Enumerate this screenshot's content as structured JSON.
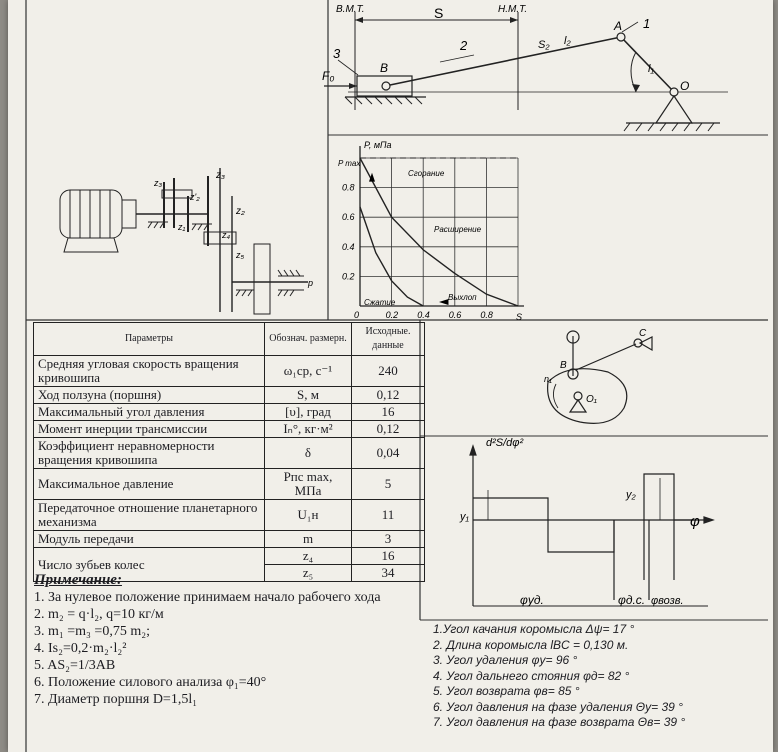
{
  "mechanism": {
    "label_tdc": "В.М.Т.",
    "label_bdc": "Н.М.Т.",
    "label_stroke": "S",
    "label_link3": "3",
    "label_link2": "2",
    "label_link1": "1",
    "label_force": "F₀",
    "label_b": "B",
    "label_a": "A",
    "label_o": "O",
    "label_s2": "S₂",
    "label_l2": "l₂",
    "label_l1": "l₁"
  },
  "gear_train": {
    "label_z1": "z₁",
    "label_z2": "z₂",
    "label_z2p": "z'₂",
    "label_z3": "z₃",
    "label_z3b": "z₃",
    "label_z4": "z₄",
    "label_z5": "z₅",
    "label_p": "p"
  },
  "chart_data": {
    "type": "line",
    "ylabel": "P, мПа",
    "ymax_label": "P max",
    "xlabel": "S",
    "x_ticks": [
      "0",
      "0.2",
      "0.4",
      "0.6",
      "0.8"
    ],
    "y_ticks": [
      "0.2",
      "0.4",
      "0.6",
      "0.8"
    ],
    "xlim": [
      0,
      1
    ],
    "ylim": [
      0,
      1
    ],
    "grid": true,
    "annotations": {
      "combustion": "Сгорание",
      "expansion": "Расширение",
      "compression": "Сжатие",
      "exhaust": "Выхлоп"
    },
    "series": [
      {
        "x": [
          0,
          0.2,
          0.4,
          0.6,
          0.8,
          1.0
        ],
        "y": [
          1.0,
          0.6,
          0.38,
          0.22,
          0.08,
          0.0
        ]
      },
      {
        "x": [
          0,
          0.1,
          0.2,
          0.3,
          0.4
        ],
        "y": [
          0.67,
          0.36,
          0.17,
          0.06,
          0.0
        ]
      }
    ]
  },
  "params": {
    "header": [
      "Параметры",
      "Обознач. размерн.",
      "Исходные. данные"
    ],
    "rows": [
      {
        "name": "Средняя угловая скорость вращения кривошипа",
        "symbol": "ω₁ср, с⁻¹",
        "value": "240"
      },
      {
        "name": "Ход ползуна (поршня)",
        "symbol": "S, м",
        "value": "0,12"
      },
      {
        "name": "Максимальный угол давления",
        "symbol": "[υ], град",
        "value": "16"
      },
      {
        "name": "Момент инерции трансмиссии",
        "symbol": "Iₙ°, кг·м²",
        "value": "0,12"
      },
      {
        "name": "Коэффициент неравномерности вращения кривошипа",
        "symbol": "δ",
        "value": "0,04"
      },
      {
        "name": "Максимальное давление",
        "symbol": "Pпс max, МПа",
        "value": "5"
      },
      {
        "name": "Передаточное отношение планетарного механизма",
        "symbol": "U₁н",
        "value": "11"
      },
      {
        "name": "Модуль передачи",
        "symbol": "m",
        "value": "3"
      }
    ],
    "teeth_label": "Число зубьев колес",
    "teeth": [
      {
        "symbol": "z₄",
        "value": "16"
      },
      {
        "symbol": "z₅",
        "value": "34"
      }
    ]
  },
  "notes": {
    "title": "Примечание:",
    "items": [
      "1. За нулевое положение принимаем начало рабочего хода",
      "2.  m₂ = q·l₂, q=10 кг/м",
      "3.  m₁ =m₃ =0,75 m₂;",
      "4.  Is₂=0,2·m₂·l₂²",
      "5.  AS₂=1/3AB",
      "6. Положение силового анализа φ₁=40°",
      "7. Диаметр поршня D=1,5l₁"
    ]
  },
  "cam": {
    "label_c": "C",
    "label_b": "B",
    "label_o1": "O₁",
    "label_n1": "n₁",
    "diagram_ylabel": "d²S/dφ²",
    "label_y1": "y₁",
    "label_y2": "y₂",
    "label_phi": "φ",
    "label_phi_rem": "φуд.",
    "label_phi_ds": "φд.с.",
    "label_phi_ret": "φвозв.",
    "list": [
      "1.Угол качания коромысла Δψ= 17 °",
      "2. Длина коромысла lBC = 0,130 м.",
      "3. Угол удаления φу= 96 °",
      "4. Угол дальнего стояния φд= 82 °",
      "5. Угол возврата φв= 85 °",
      "6. Угол давления на фазе удаления Θу= 39 °",
      "7. Угол давления на фазе возврата Θв= 39 °"
    ]
  }
}
